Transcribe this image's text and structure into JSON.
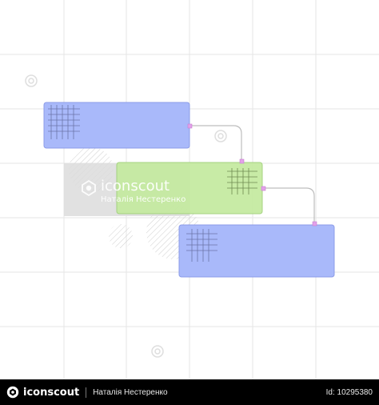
{
  "watermark": {
    "brand": "iconscout",
    "author": "Наталія Нестеренко"
  },
  "footer": {
    "brand": "iconscout",
    "author": "Наталія Нестеренко",
    "asset_id": "Id: 10295380"
  },
  "colors": {
    "grid_line": "#e6e6e6",
    "bar_blue": "#a9b9fa",
    "bar_blue_border": "#8c9ce8",
    "bar_green": "#c4ea9f",
    "bar_green_border": "#9fd078",
    "connector": "#bdbdbd",
    "connector_node": "#e3a1ea",
    "hatch": "#cfcfcf",
    "watermark_box": "#dcdcdc",
    "footer_bg": "#000000"
  },
  "icons": {
    "watermark_logo": "iconscout-logo-icon",
    "search_marks": "magnifier-watermark-icon"
  }
}
